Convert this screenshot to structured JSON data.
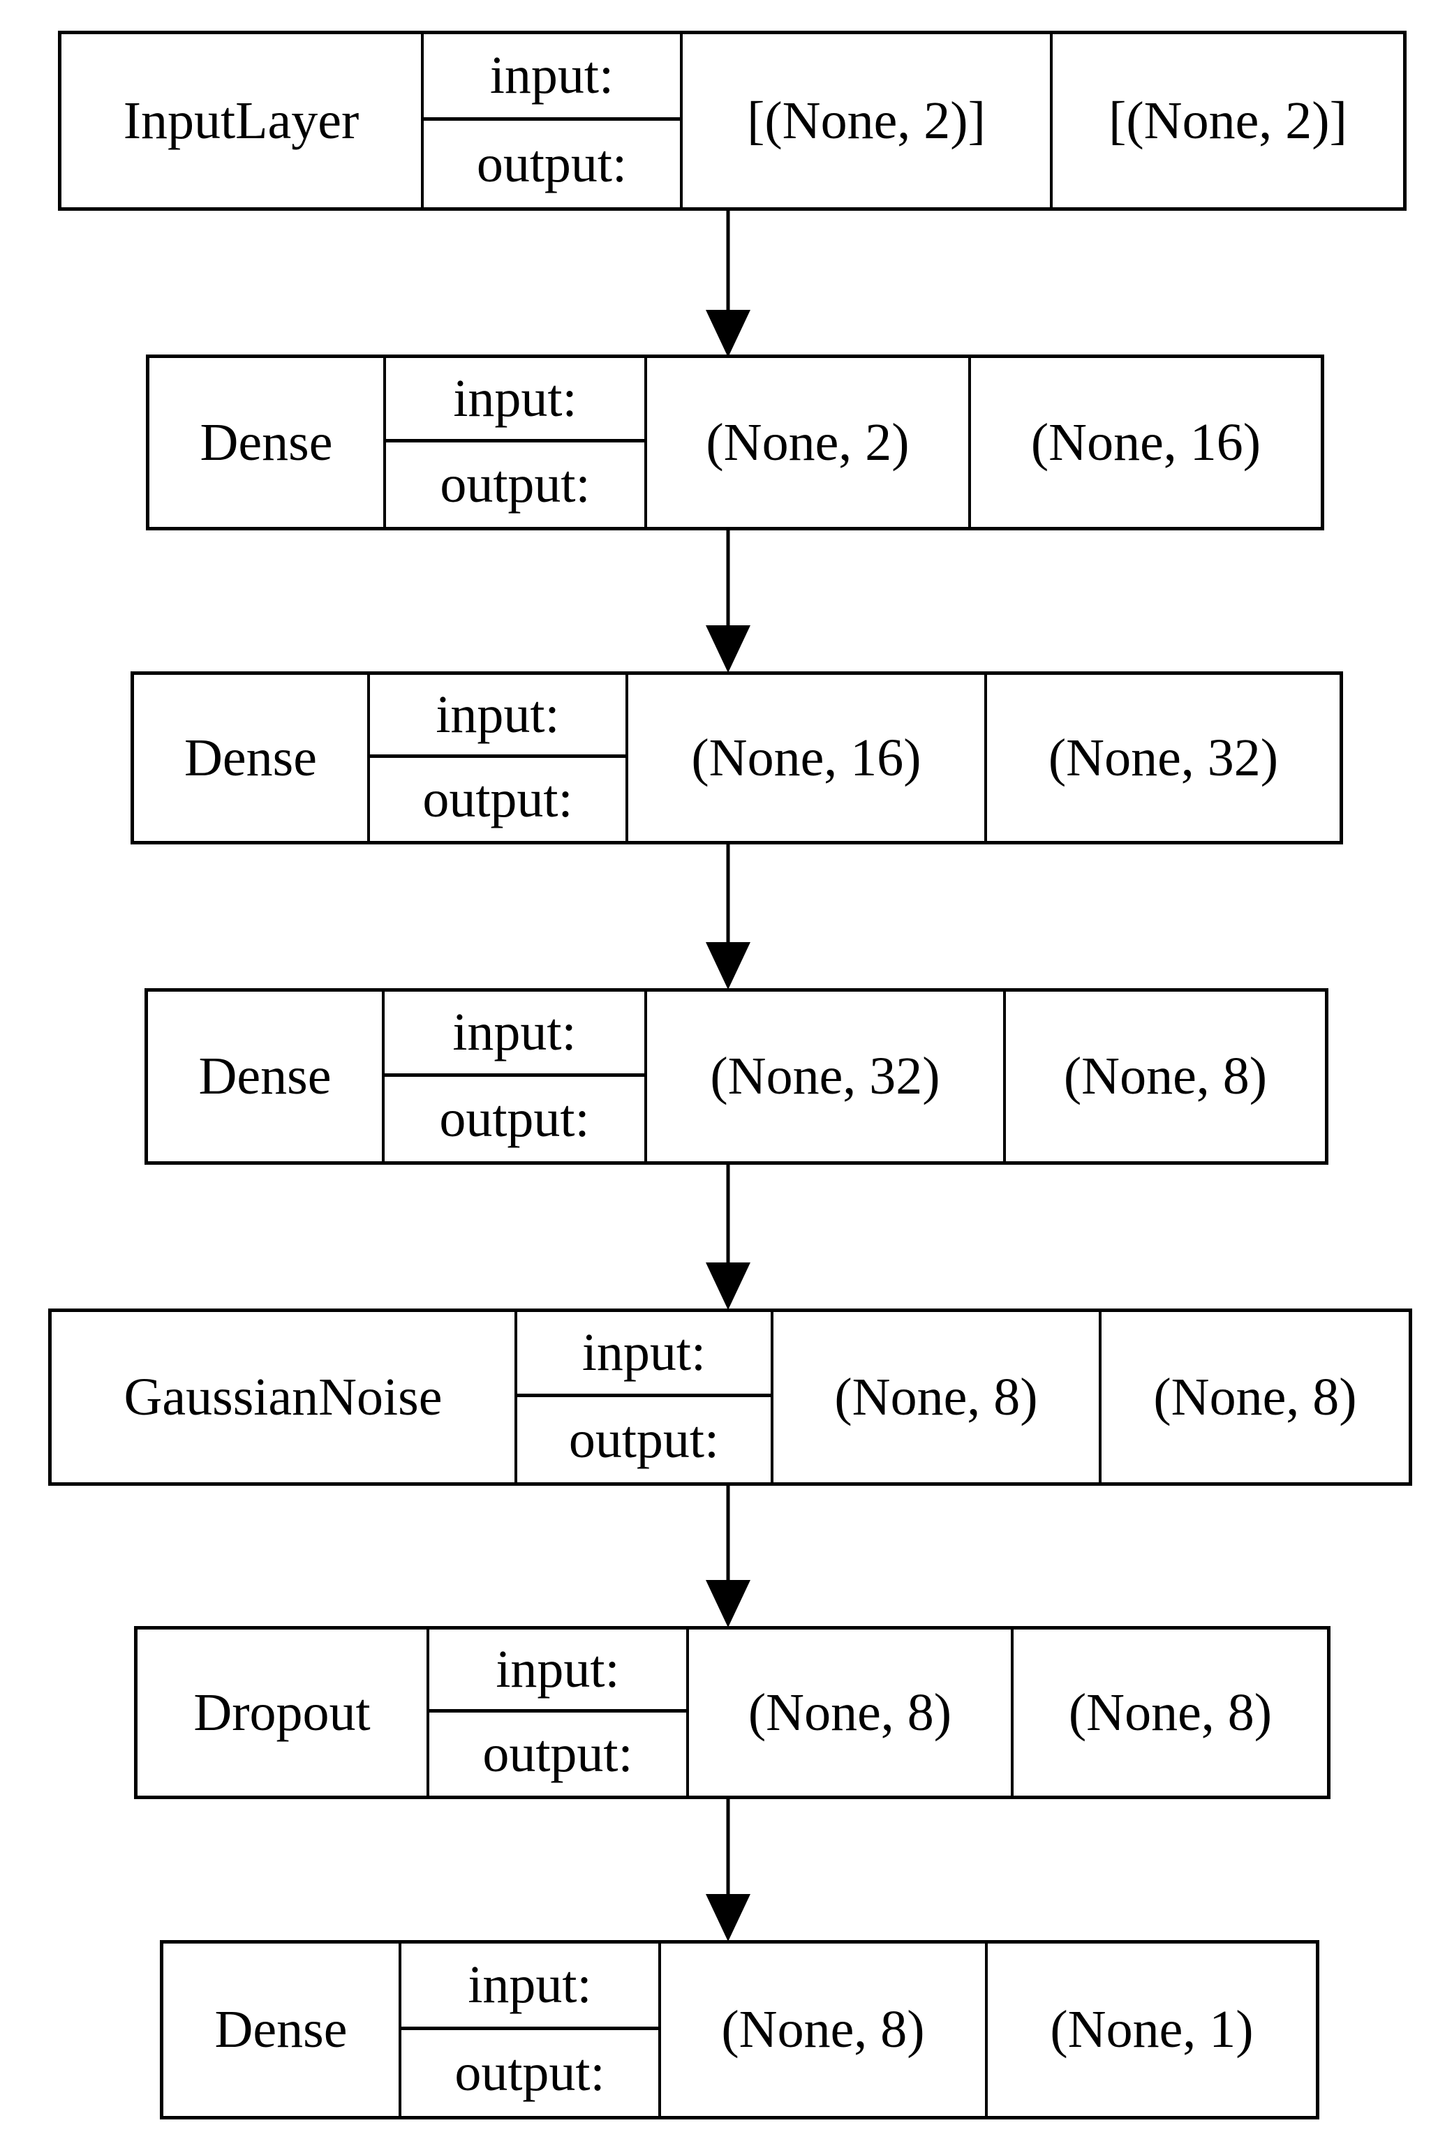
{
  "diagram_type": "keras-model-architecture",
  "colors": {
    "line": "#000000",
    "background": "#ffffff",
    "text": "#000000"
  },
  "io_labels": {
    "input": "input:",
    "output": "output:"
  },
  "layers": [
    {
      "name": "InputLayer",
      "input_shape": "[(None, 2)]",
      "output_shape": "[(None, 2)]"
    },
    {
      "name": "Dense",
      "input_shape": "(None, 2)",
      "output_shape": "(None, 16)"
    },
    {
      "name": "Dense",
      "input_shape": "(None, 16)",
      "output_shape": "(None, 32)"
    },
    {
      "name": "Dense",
      "input_shape": "(None, 32)",
      "output_shape": "(None, 8)"
    },
    {
      "name": "GaussianNoise",
      "input_shape": "(None, 8)",
      "output_shape": "(None, 8)"
    },
    {
      "name": "Dropout",
      "input_shape": "(None, 8)",
      "output_shape": "(None, 8)"
    },
    {
      "name": "Dense",
      "input_shape": "(None, 8)",
      "output_shape": "(None, 1)"
    }
  ]
}
